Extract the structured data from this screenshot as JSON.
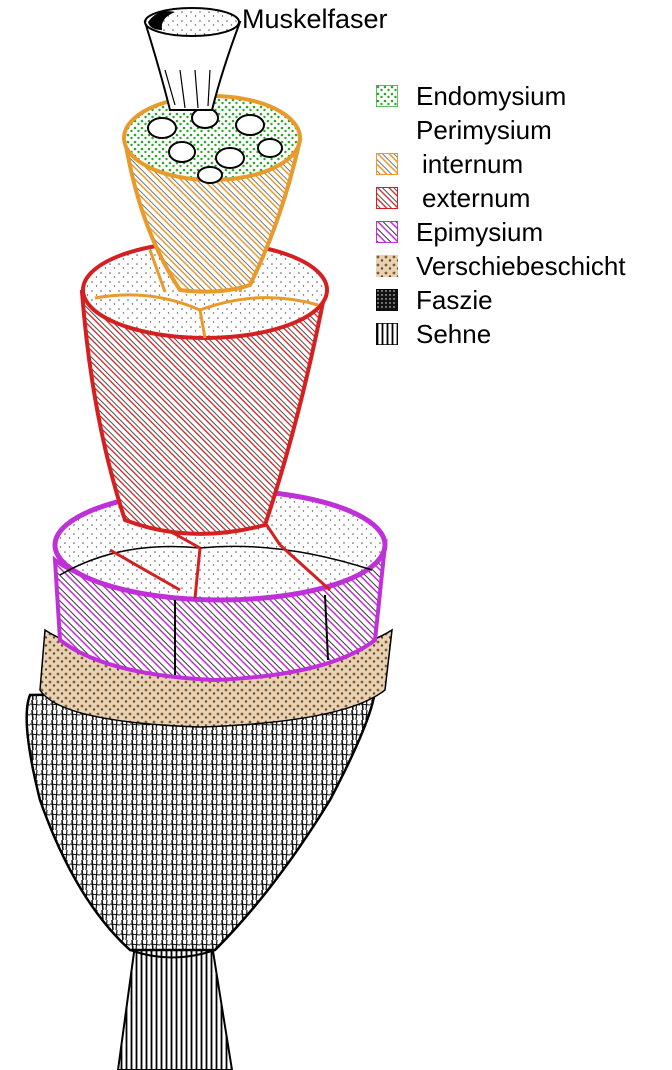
{
  "diagram": {
    "top_label": "Muskelfaser",
    "legend": [
      {
        "label": "Endomysium",
        "pattern": "dots",
        "color": "#2aa82a"
      },
      {
        "label": "Perimysium",
        "pattern": "none",
        "color": "#000000"
      },
      {
        "label": "internum",
        "pattern": "hatch",
        "color": "#e89a2a"
      },
      {
        "label": "externum",
        "pattern": "hatch",
        "color": "#d42020"
      },
      {
        "label": "Epimysium",
        "pattern": "hatch",
        "color": "#c030d8"
      },
      {
        "label": "Verschiebeschicht",
        "pattern": "dots",
        "color": "#8a5a2e"
      },
      {
        "label": "Faszie",
        "pattern": "dense",
        "color": "#000000"
      },
      {
        "label": "Sehne",
        "pattern": "vlines",
        "color": "#000000"
      }
    ],
    "colors": {
      "endomysium": "#2aa82a",
      "perimysium_internum": "#e89a2a",
      "perimysium_externum": "#d42020",
      "epimysium": "#c030d8",
      "verschiebeschicht": "#d8c0a0",
      "outline": "#000000"
    }
  }
}
